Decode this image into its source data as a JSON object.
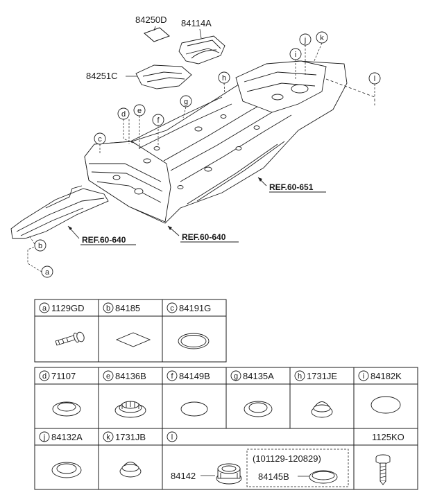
{
  "diagram": {
    "part_labels": {
      "p84250D": "84250D",
      "p84114A": "84114A",
      "p84251C": "84251C"
    },
    "refs": {
      "ref651": "REF.60-651",
      "ref640a": "REF.60-640",
      "ref640b": "REF.60-640"
    },
    "callouts": [
      "a",
      "b",
      "c",
      "d",
      "e",
      "f",
      "g",
      "h",
      "i",
      "j",
      "k",
      "l"
    ]
  },
  "table": {
    "row1": [
      {
        "letter": "a",
        "part": "1129GD"
      },
      {
        "letter": "b",
        "part": "84185"
      },
      {
        "letter": "c",
        "part": "84191G"
      }
    ],
    "row2": [
      {
        "letter": "d",
        "part": "71107"
      },
      {
        "letter": "e",
        "part": "84136B"
      },
      {
        "letter": "f",
        "part": "84149B"
      },
      {
        "letter": "g",
        "part": "84135A"
      },
      {
        "letter": "h",
        "part": "1731JE"
      },
      {
        "letter": "i",
        "part": "84182K"
      }
    ],
    "row3": [
      {
        "letter": "j",
        "part": "84132A"
      },
      {
        "letter": "k",
        "part": "1731JB"
      },
      {
        "letter": "l",
        "part": ""
      }
    ],
    "l_cell": {
      "part_left": "84142",
      "date_range": "(101129-120829)",
      "part_right": "84145B"
    },
    "extra_part": "1125KO"
  }
}
